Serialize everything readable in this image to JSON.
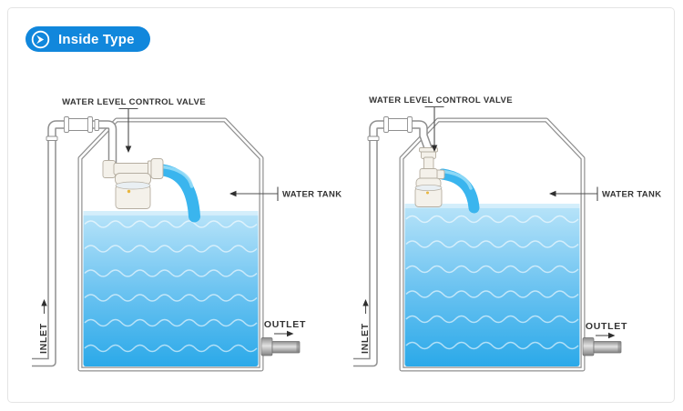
{
  "badge": {
    "label": "Inside Type",
    "icon": "arrow-right-circle-icon",
    "color": "#1187dc"
  },
  "diagrams": [
    {
      "name": "water-tank-with-horizontal-inside-valve",
      "labels": {
        "valve": "WATER LEVEL CONTROL VALVE",
        "tank": "WATER TANK",
        "inlet": "INLET",
        "outlet": "OUTLET"
      }
    },
    {
      "name": "water-tank-with-vertical-inside-valve",
      "labels": {
        "valve": "WATER LEVEL CONTROL VALVE",
        "tank": "WATER TANK",
        "inlet": "INLET",
        "outlet": "OUTLET"
      }
    }
  ],
  "colors": {
    "badge_blue": "#1187dc",
    "water_top": "#b9e4f9",
    "water_bottom": "#2ba9e9",
    "stream_blue": "#3ab5ee",
    "float_blue": "#4595cf",
    "pipe_gray": "#8f8f8f",
    "label_text": "#333333",
    "frame_border": "#e4e4e4"
  }
}
